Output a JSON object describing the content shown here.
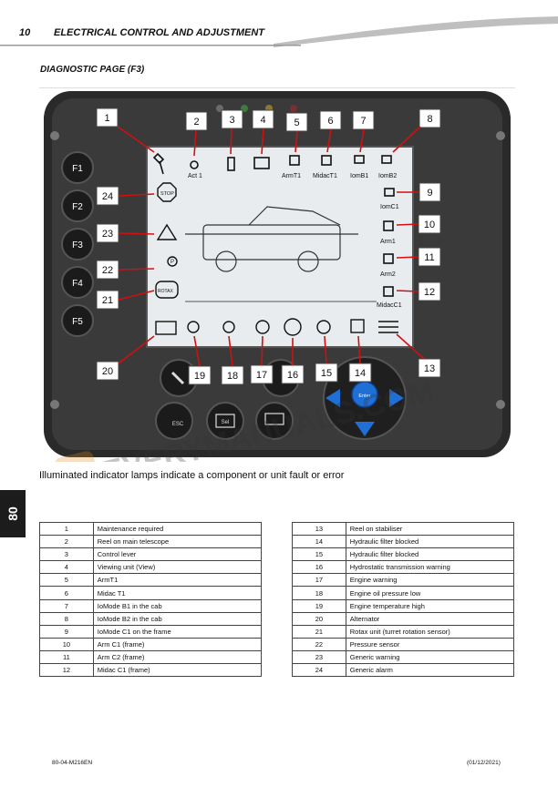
{
  "header": {
    "page_number": "10",
    "section_title": "ELECTRICAL CONTROL AND ADJUSTMENT"
  },
  "diagnostic_title": "DIAGNOSTIC PAGE (F3)",
  "device": {
    "f_keys": [
      "F1",
      "F2",
      "F3",
      "F4",
      "F5"
    ],
    "callouts": [
      "1",
      "2",
      "3",
      "4",
      "5",
      "6",
      "7",
      "8",
      "9",
      "10",
      "11",
      "12",
      "13",
      "14",
      "15",
      "16",
      "17",
      "18",
      "19",
      "20",
      "21",
      "22",
      "23",
      "24"
    ],
    "screen_labels": {
      "act1": "Act 1",
      "armt1": "ArmT1",
      "midact1": "MidacT1",
      "iomb1": "IomB1",
      "iomb2": "IomB2",
      "iomc1": "IomC1",
      "arm1": "Arm1",
      "arm2": "Arm2",
      "midacc1": "MidacC1",
      "stop": "STOP",
      "pressure": "P",
      "rotax": "ROTAX"
    },
    "buttons": {
      "esc": "ESC",
      "sel": "Sel",
      "enter": "Enter"
    },
    "watermark": "EVERYMANUALS.COM"
  },
  "caption": "Illuminated indicator lamps indicate a component or unit fault or error",
  "chapter_tab": "80",
  "legend_left": [
    {
      "n": "1",
      "d": "Maintenance required"
    },
    {
      "n": "2",
      "d": "Reel on main telescope"
    },
    {
      "n": "3",
      "d": "Control lever"
    },
    {
      "n": "4",
      "d": "Viewing unit (View)"
    },
    {
      "n": "5",
      "d": "ArmT1"
    },
    {
      "n": "6",
      "d": "Midac T1"
    },
    {
      "n": "7",
      "d": "IoMode B1 in the cab"
    },
    {
      "n": "8",
      "d": "IoMode B2 in the cab"
    },
    {
      "n": "9",
      "d": "IoMode C1 on the frame"
    },
    {
      "n": "10",
      "d": "Arm C1 (frame)"
    },
    {
      "n": "11",
      "d": "Arm C2 (frame)"
    },
    {
      "n": "12",
      "d": "Midac C1 (frame)"
    }
  ],
  "legend_right": [
    {
      "n": "13",
      "d": "Reel on stabiliser"
    },
    {
      "n": "14",
      "d": "Hydraulic filter blocked"
    },
    {
      "n": "15",
      "d": "Hydraulic filter blocked"
    },
    {
      "n": "16",
      "d": "Hydrostatic transmission warning"
    },
    {
      "n": "17",
      "d": "Engine warning"
    },
    {
      "n": "18",
      "d": "Engine oil pressure low"
    },
    {
      "n": "19",
      "d": "Engine temperature high"
    },
    {
      "n": "20",
      "d": "Alternator"
    },
    {
      "n": "21",
      "d": "Rotax unit (turret rotation sensor)"
    },
    {
      "n": "22",
      "d": "Pressure sensor"
    },
    {
      "n": "23",
      "d": "Generic warning"
    },
    {
      "n": "24",
      "d": "Generic alarm"
    }
  ],
  "footer": {
    "doc_code": "80-04-M216EN",
    "date": "(01/12/2021)"
  },
  "colors": {
    "housing": "#2a2a2a",
    "screen": "#e9ecef",
    "nav_blue": "#1f6fd6"
  }
}
